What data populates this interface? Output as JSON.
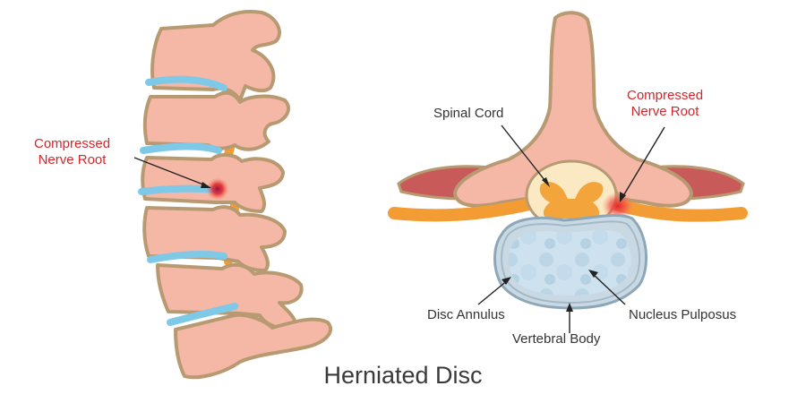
{
  "title": "Herniated Disc",
  "labels": {
    "left_compressed_line1": "Compressed",
    "left_compressed_line2": "Nerve Root",
    "right_compressed_line1": "Compressed",
    "right_compressed_line2": "Nerve Root",
    "spinal_cord": "Spinal Cord",
    "disc_annulus": "Disc Annulus",
    "nucleus_pulposus": "Nucleus Pulposus",
    "vertebral_body": "Vertebral Body"
  },
  "colors": {
    "bone": "#f6b8a6",
    "bone_outline": "#b89a72",
    "disc_blue": "#7ec8e8",
    "nerve_orange": "#f39c33",
    "muscle": "#c85a5a",
    "nucleus": "#cfe3ef",
    "cord_fill": "#fbe9c4",
    "cord_gray": "#f3a43a",
    "compress_red": "#e0262b",
    "label_red": "#d3262b",
    "label_dark": "#333333"
  }
}
